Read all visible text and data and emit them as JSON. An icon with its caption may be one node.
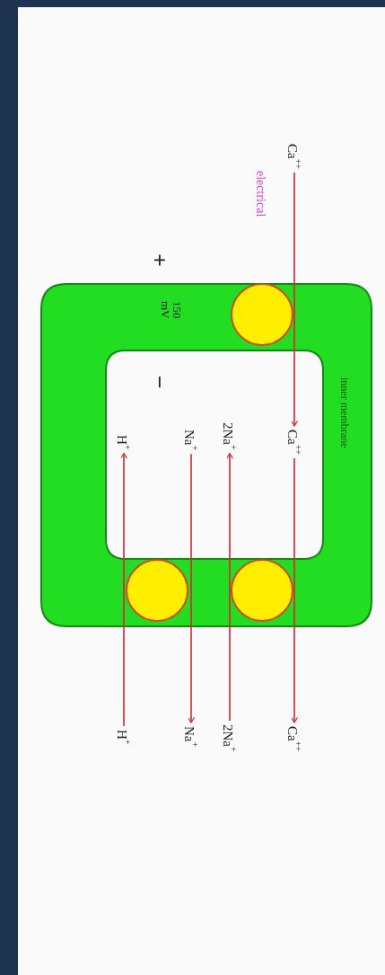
{
  "diagram": {
    "nodes": [
      {
        "text": [
          "inner membrane"
        ]
      },
      {
        "text": [],
        "shape": "circle",
        "in": 0
      },
      {
        "text": [],
        "shape": "circle",
        "in": 0
      },
      {
        "text": [],
        "shape": "circle",
        "in": 0
      },
      {
        "text": [
          "Ca$^{++}$"
        ]
      },
      {
        "text": [
          "Ca$^{++}$"
        ],
        "in": 0
      },
      {
        "text": [
          "2Na$^{+}$"
        ],
        "in": 0
      },
      {
        "text": [
          "Na$^{+}$"
        ],
        "in": 0
      },
      {
        "text": [
          "H$^{+}$"
        ],
        "in": 0
      },
      {
        "text": [
          "Ca$^{++}$"
        ]
      },
      {
        "text": [
          "Na$^{+}$"
        ]
      },
      {
        "text": [
          "2Na$^{+}$"
        ]
      },
      {
        "text": [
          "H$^{+}$"
        ]
      }
    ],
    "edges": [
      {
        "from": 4,
        "to": 5,
        "arrow": "to"
      },
      {
        "from": 5,
        "to": 9,
        "arrow": "to"
      },
      {
        "from": 11,
        "to": 6,
        "arrow": "to"
      },
      {
        "from": 7,
        "to": 10,
        "arrow": "to"
      },
      {
        "from": 12,
        "to": 8,
        "arrow": "to"
      }
    ],
    "labels": [
      "electrical",
      "+",
      "150 mV",
      "−"
    ]
  }
}
